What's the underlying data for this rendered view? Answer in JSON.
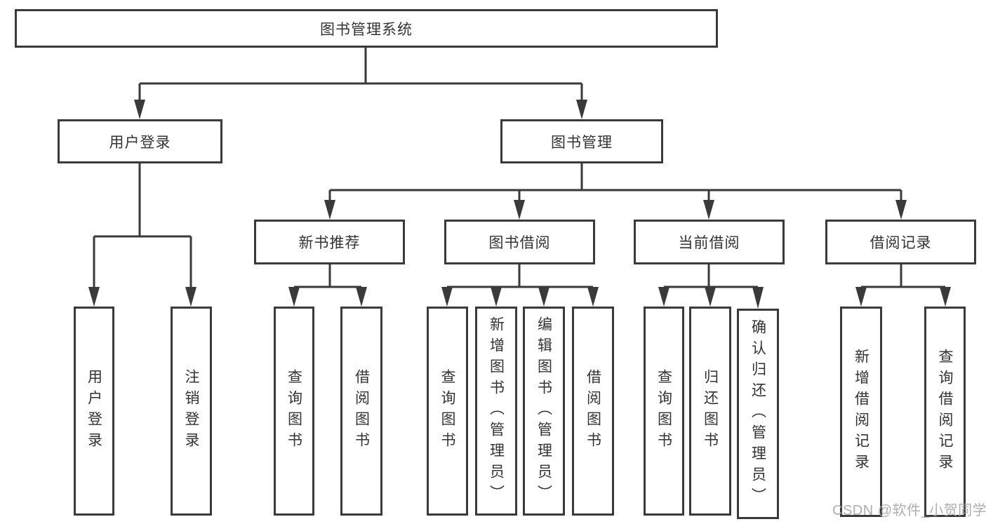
{
  "colors": {
    "line": "#3a3a3a",
    "box_border": "#3a3a3a",
    "text": "#333333",
    "watermark": "#a0a0a0",
    "background": "#ffffff"
  },
  "tree": {
    "label": "图书管理系统",
    "children": [
      {
        "label": "用户登录",
        "children": [
          {
            "label": "用户登录"
          },
          {
            "label": "注销登录"
          }
        ]
      },
      {
        "label": "图书管理",
        "children": [
          {
            "label": "新书推荐",
            "children": [
              {
                "label": "查询图书"
              },
              {
                "label": "借阅图书"
              }
            ]
          },
          {
            "label": "图书借阅",
            "children": [
              {
                "label": "查询图书"
              },
              {
                "label": "新增图书（管理员）"
              },
              {
                "label": "编辑图书（管理员）"
              },
              {
                "label": "借阅图书"
              }
            ]
          },
          {
            "label": "当前借阅",
            "children": [
              {
                "label": "查询图书"
              },
              {
                "label": "归还图书"
              },
              {
                "label": "确认归还（管理员）"
              }
            ]
          },
          {
            "label": "借阅记录",
            "children": [
              {
                "label": "新增借阅记录"
              },
              {
                "label": "查询借阅记录"
              }
            ]
          }
        ]
      }
    ]
  },
  "watermark": {
    "text": "CSDN @软件_小贺同学"
  }
}
